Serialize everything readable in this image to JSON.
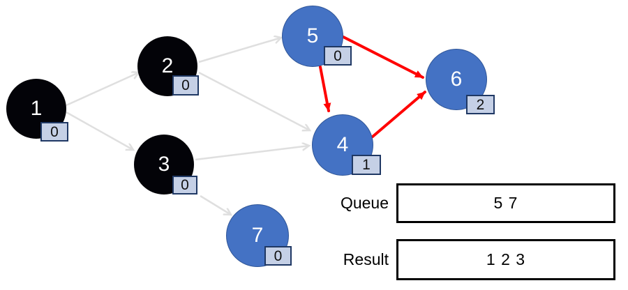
{
  "title": "graph-traversal-diagram",
  "nodes": [
    {
      "id": "1",
      "label": "1",
      "badge": "0",
      "state": "black"
    },
    {
      "id": "2",
      "label": "2",
      "badge": "0",
      "state": "black"
    },
    {
      "id": "3",
      "label": "3",
      "badge": "0",
      "state": "black"
    },
    {
      "id": "4",
      "label": "4",
      "badge": "1",
      "state": "blue"
    },
    {
      "id": "5",
      "label": "5",
      "badge": "0",
      "state": "blue"
    },
    {
      "id": "6",
      "label": "6",
      "badge": "2",
      "state": "blue"
    },
    {
      "id": "7",
      "label": "7",
      "badge": "0",
      "state": "blue"
    }
  ],
  "edges": [
    {
      "from": "1",
      "to": "2",
      "color": "gray"
    },
    {
      "from": "1",
      "to": "3",
      "color": "gray"
    },
    {
      "from": "2",
      "to": "5",
      "color": "gray"
    },
    {
      "from": "2",
      "to": "4",
      "color": "gray"
    },
    {
      "from": "3",
      "to": "4",
      "color": "gray"
    },
    {
      "from": "3",
      "to": "7",
      "color": "gray"
    },
    {
      "from": "5",
      "to": "4",
      "color": "red"
    },
    {
      "from": "5",
      "to": "6",
      "color": "red"
    },
    {
      "from": "4",
      "to": "6",
      "color": "red"
    }
  ],
  "panels": {
    "queue": {
      "label": "Queue",
      "value": "5 7"
    },
    "result": {
      "label": "Result",
      "value": "1 2 3"
    }
  },
  "colors": {
    "node_blue": "#4472c4",
    "node_blue_border": "#2f5597",
    "node_black": "#030308",
    "badge_fill": "#c5d0e6",
    "badge_border": "#1f3864",
    "edge_gray": "#dfdfdf",
    "edge_red": "#ff0000",
    "box_border": "#000000"
  }
}
